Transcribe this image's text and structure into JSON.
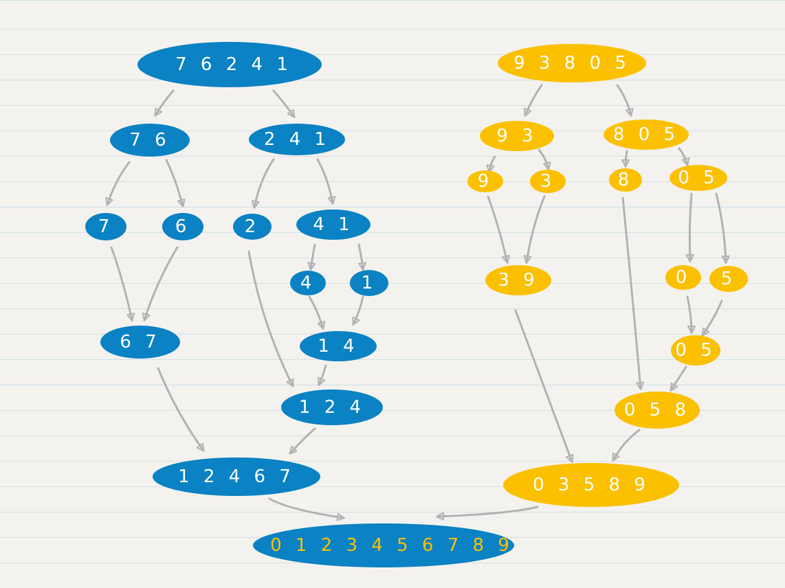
{
  "colors": {
    "blue": "#0a82c3",
    "yellow": "#fbc000",
    "text_on_blue": "#ffffff",
    "text_on_yellow": "#ffffff",
    "final_digits": "#fbc000",
    "arrow": "#b2b2b2"
  },
  "left_tree": {
    "root": "7 6 2 4 1",
    "split_1": {
      "a": "7 6",
      "b": "2 4 1"
    },
    "split_2": {
      "a": "7",
      "b": "6",
      "c": "2",
      "d": "4 1"
    },
    "split_3": {
      "a": "4",
      "b": "1"
    },
    "merges": {
      "m1": "6 7",
      "m2": "1 4",
      "m3": "1 2 4",
      "m4": "1 2 4 6 7"
    }
  },
  "right_tree": {
    "root": "9 3 8 0 5",
    "split_1": {
      "a": "9 3",
      "b": "8 0 5"
    },
    "split_2": {
      "a": "9",
      "b": "3",
      "c": "8",
      "d": "0 5"
    },
    "split_3": {
      "a": "0",
      "b": "5"
    },
    "merges": {
      "m1": "3 9",
      "m2": "0 5",
      "m3": "0 5 8",
      "m4": "0 3 5 8 9"
    }
  },
  "final": "0 1 2 3 4 5 6 7 8 9"
}
